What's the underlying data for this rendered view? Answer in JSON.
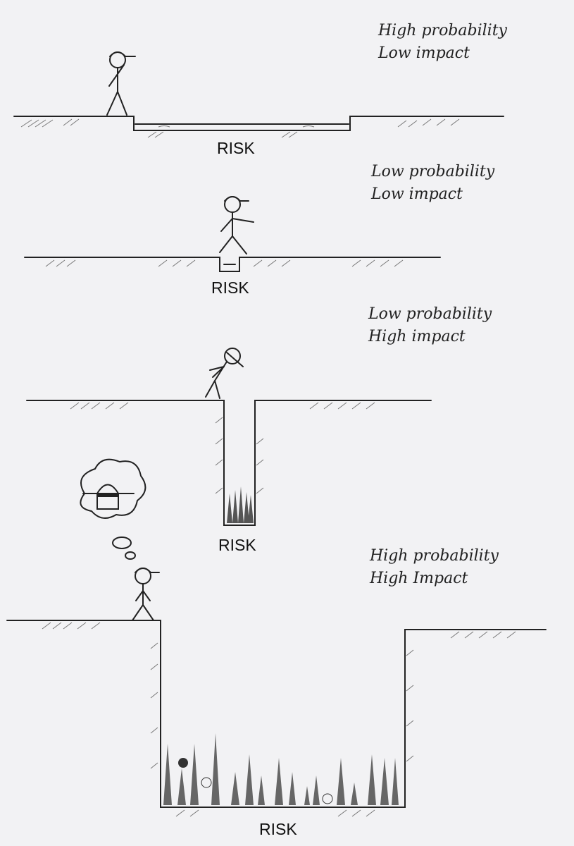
{
  "scenarios": [
    {
      "probability": "High probability",
      "impact": "Low impact",
      "risk_label": "RISK"
    },
    {
      "probability": "Low probability",
      "impact": "Low impact",
      "risk_label": "RISK"
    },
    {
      "probability": "Low probability",
      "impact": "High impact",
      "risk_label": "RISK"
    },
    {
      "probability": "High probability",
      "impact": "High Impact",
      "risk_label": "RISK"
    }
  ]
}
